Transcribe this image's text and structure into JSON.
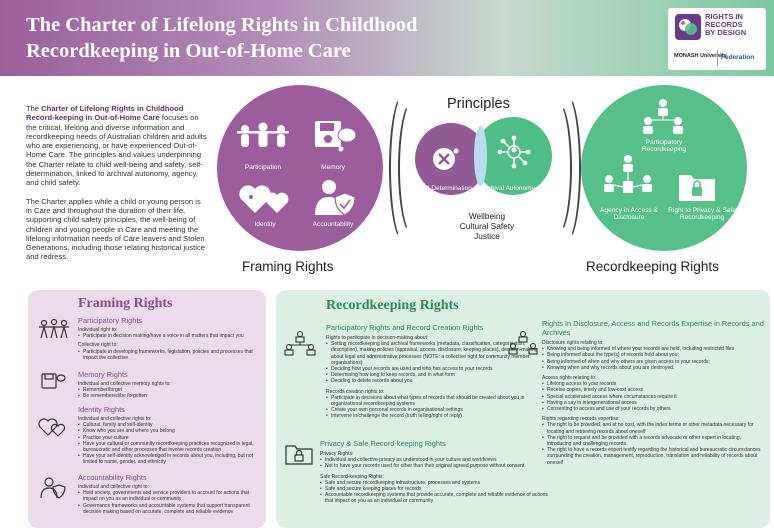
{
  "header": {
    "title_line1": "The Charter of Lifelong Rights in Childhood",
    "title_line2": "Recordkeeping in Out-of-Home Care",
    "logo_line1": "RIGHTS IN",
    "logo_line2": "RECORDS",
    "logo_line3": "BY DESIGN",
    "monash": "MONASH University",
    "federation": "Federation"
  },
  "intro": {
    "p1_bold": "Charter of Lifelong Rights in Childhood Record-keeping in Out-of-Home Care",
    "p1_pre": "The ",
    "p1_rest": " focuses on the critical, lifelong and diverse information and recordkeeping needs of Australian children and adults who are experiencing, or have experienced Out-of-Home Care. The principles and values underpinning the Charter relate to child well-being and safety, self-determination, linked to archival autonomy, agency, and child safety.",
    "p2": "The Charter applies while a child or young person is in Care and throughout the duration of their life, supporting child safety principles, the well-being of children and young people in Care and meeting the lifelong information needs of Care leavers and Stolen Generations, including those relating historical justice and redress."
  },
  "framing_circle": {
    "label": "Framing Rights",
    "items": [
      "Participation",
      "Memory",
      "Identity",
      "Accountability"
    ]
  },
  "principles": {
    "title": "Principles",
    "left": "Self-Determination",
    "right": "Archival Autonomy",
    "values": [
      "Wellbeing",
      "Cultural Safety",
      "Justice"
    ]
  },
  "recordkeeping_circle": {
    "label": "Recordkeeping Rights",
    "items": [
      "Participatory Recordkeeping",
      "Agency in Access & Disclosure",
      "Right to Privacy & Safe Recordkeeping"
    ]
  },
  "framing_panel": {
    "title": "Framing Rights",
    "participatory": {
      "title": "Participatory Rights",
      "ind_head": "Individual right to:",
      "ind": [
        "Participate in decision making/have a voice in all matters that impact you"
      ],
      "col_head": "Collective right to:",
      "col": [
        "Participate in developing frameworks, legislation, policies and processes that impact the collective"
      ]
    },
    "memory": {
      "title": "Memory Rights",
      "head": "Individual and collective memory rights to:",
      "items": [
        "Remember/forget",
        "Be remembered/be forgotten"
      ]
    },
    "identity": {
      "title": "Identity Rights",
      "head": "Individual and collective rights to:",
      "items": [
        "Cultural, family and self-identity",
        "Know who you are and where you belong",
        "Practice your culture",
        "Have your cultural or community recordkeeping practices recognized in legal, bureaucratic and other processes that involve records creation",
        "Have your self-identity acknowledged in records about you, including, but not limited to name, gender, and ethnicity"
      ]
    },
    "accountability": {
      "title": "Accountability Rights",
      "head": "Individual and collective right to:",
      "items": [
        "Hold society, governments and service providers to account for actions that impact on you as an individual or community",
        "Governance frameworks and accountable systems that support transparent decision making based on accurate, complete and reliable evidence"
      ]
    }
  },
  "records_panel": {
    "title": "Recordkeeping Rights",
    "participation": {
      "title": "Participatory Rights and Record Creation Rights",
      "head1": "Rights to participate in decision-making about:",
      "items1": [
        "Setting recordkeeping and archival frameworks (metadata, classification, categorisation, description), making policies (appraisal, access, disclosure, keeping places), decision-making about legal and administrative processes (NOTE: a collective right for community member organisations)",
        "Deciding how your records are used and who has access to your records",
        "Determining how long to keep records, and in what form",
        "Deciding to delete records about you"
      ],
      "head2": "Records creation rights to:",
      "items2": [
        "Participate in decisions about what types of records that should be created about you in organizational recordkeeping systems",
        "Create your own personal records in organisational settings",
        "Intervene in/challenge the record (truth telling/right of reply)"
      ]
    },
    "privacy": {
      "title": "Privacy & Safe Record-keeping Rights",
      "head1": "Privacy Rights:",
      "items1": [
        "Individual and collective privacy as understood in your culture and worldviews",
        "Not to have your records used for other than their original agreed purpose without consent"
      ],
      "head2": "Safe Record-keeping Rights:",
      "items2": [
        "Safe and secure recordkeeping infrastructure, processes and systems",
        "Safe and secure keeping places for records",
        "Accountable recordkeeping systems that provide accurate, complete and reliable evidence of actions that impact on you as an individual or community"
      ]
    },
    "access": {
      "title": "Rights In Disclosure, Access and Records Expertise in Records and Archives",
      "head1": "Disclosure rights relating to:",
      "items1": [
        "Knowing and being informed of where your records are held, including restricted files",
        "Being informed about the type(s) of records held about you;",
        "Being informed of when and why others are given access to your records;",
        "Knowing when and why records about you are destroyed."
      ],
      "head2": "Access rights relating to:",
      "items2": [
        "Lifelong access to your records",
        "Receive copies, timely and low-cost access",
        "Special accelerated access where circumstances require it",
        "Having a say in intergenerational access",
        "Consenting to access and use of your records by others"
      ],
      "head3": "Rights regarding records expertise:",
      "items3": [
        "The right to be provided, and at no cost, with the index terms or other metadata necessary for locating and retrieving records about oneself",
        "The right to request and be provided with a records advocate or other expert in locating, introducing and challenging records",
        "The right to have a records expert testify regarding the historical and bureaucratic circumstances surrounding the creation, management, reproduction, translation and reliability of records about oneself"
      ]
    }
  },
  "colors": {
    "purple": "#9b5d9c",
    "green": "#57c088",
    "lavender_panel": "#ecdcea",
    "mint_panel": "#dcefe3"
  }
}
